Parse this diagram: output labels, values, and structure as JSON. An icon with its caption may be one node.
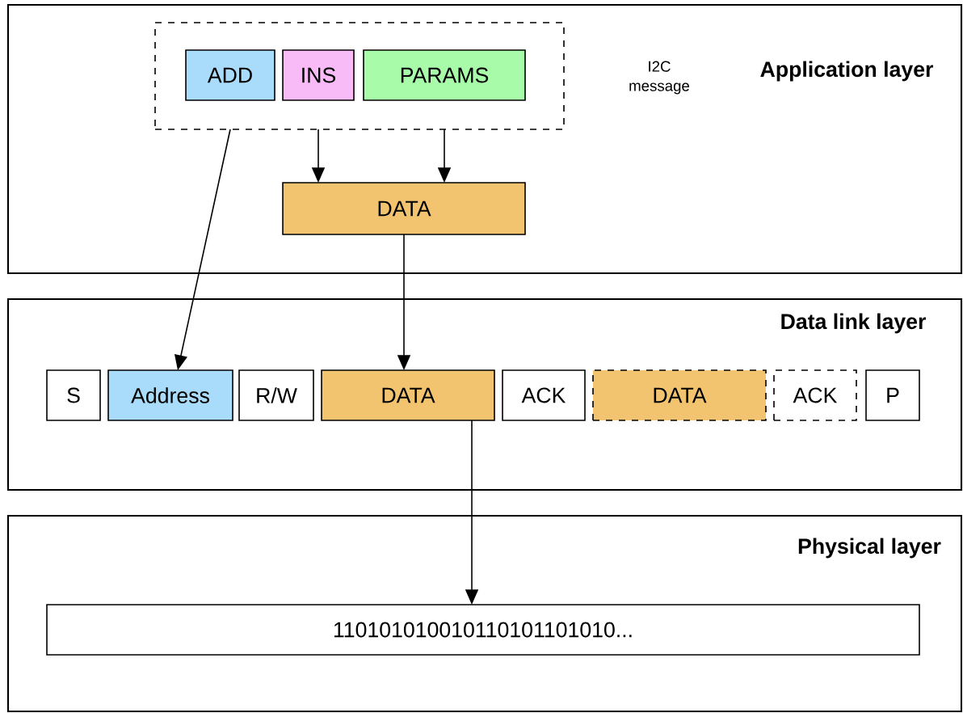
{
  "diagram": {
    "nodes": [
      {
        "text": [
          "Application layer"
        ]
      },
      {
        "text": [
          "I2C message"
        ],
        "in": 0
      },
      {
        "text": [
          "ADD"
        ],
        "in": 1
      },
      {
        "text": [
          "INS"
        ],
        "in": 1
      },
      {
        "text": [
          "PARAMS"
        ],
        "in": 1
      },
      {
        "text": [
          "DATA"
        ],
        "in": 0
      },
      {
        "text": [
          "Data link layer"
        ]
      },
      {
        "text": [
          "S"
        ],
        "in": 6
      },
      {
        "text": [
          "Address"
        ],
        "in": 6
      },
      {
        "text": [
          "R/W"
        ],
        "in": 6
      },
      {
        "text": [
          "DATA"
        ],
        "in": 6
      },
      {
        "text": [
          "ACK"
        ],
        "in": 6
      },
      {
        "text": [
          "DATA"
        ],
        "in": 6
      },
      {
        "text": [
          "ACK"
        ],
        "in": 6
      },
      {
        "text": [
          "P"
        ],
        "in": 6
      },
      {
        "text": [
          "Physical layer"
        ]
      },
      {
        "text": [
          "110101010010110101101010..."
        ],
        "in": 15
      }
    ],
    "edges": [
      {
        "from": 2,
        "to": 8,
        "arrow": "to"
      },
      {
        "from": 3,
        "to": 5,
        "arrow": "to"
      },
      {
        "from": 4,
        "to": 5,
        "arrow": "to"
      },
      {
        "from": 5,
        "to": 10,
        "arrow": "to"
      },
      {
        "from": 10,
        "to": 16,
        "arrow": "to"
      }
    ]
  }
}
